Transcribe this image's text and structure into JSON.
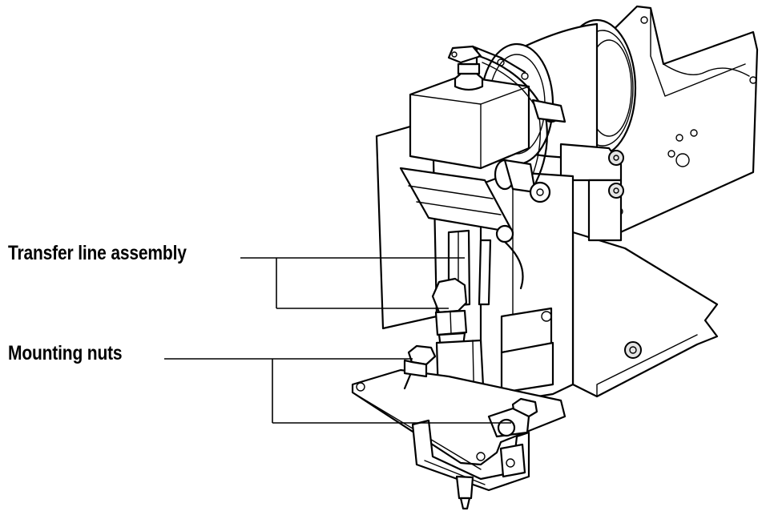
{
  "callouts": {
    "transfer_line_assembly": "Transfer line assembly",
    "mounting_nuts": "Mounting nuts"
  },
  "icons": {
    "illustration": "transfer-line-mechanism-illustration"
  },
  "colors": {
    "line": "#000000",
    "background": "#ffffff",
    "shade": "#e4e4e4"
  }
}
